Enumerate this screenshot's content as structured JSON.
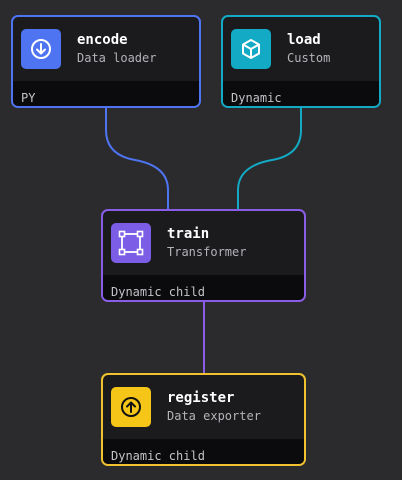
{
  "colors": {
    "background": "#2b2b2e",
    "node_body": "#1b1b1e",
    "node_footer": "#0b0b0d",
    "data_loader": "#4f74f2",
    "custom": "#12aac4",
    "transformer": "#8a5de6",
    "data_exporter": "#f2c22e"
  },
  "nodes": {
    "encode": {
      "name": "encode",
      "type": "Data loader",
      "footer": "PY",
      "icon": "download-icon"
    },
    "load": {
      "name": "load",
      "type": "Custom",
      "footer": "Dynamic",
      "icon": "cube-icon"
    },
    "train": {
      "name": "train",
      "type": "Transformer",
      "footer": "Dynamic child",
      "icon": "transform-frame-icon"
    },
    "register": {
      "name": "register",
      "type": "Data exporter",
      "footer": "Dynamic child",
      "icon": "upload-icon"
    }
  },
  "edges": [
    {
      "from": "encode",
      "to": "train"
    },
    {
      "from": "load",
      "to": "train"
    },
    {
      "from": "train",
      "to": "register"
    }
  ]
}
